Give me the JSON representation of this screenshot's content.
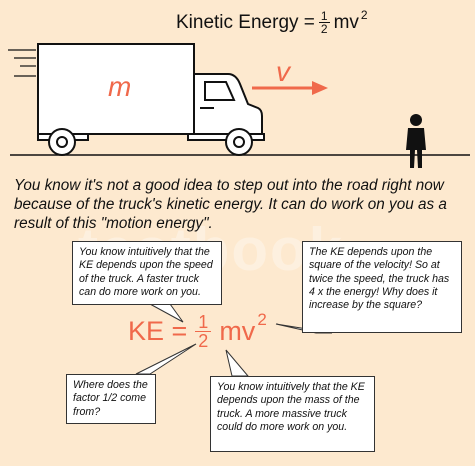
{
  "title": {
    "prefix": "Kinetic Energy =",
    "num": "1",
    "den": "2",
    "base": "mv",
    "exp": "2"
  },
  "scene": {
    "mass_label": "m",
    "velocity_label": "v"
  },
  "paragraph": "You know it's not a good idea to step out into the road right now because of the truck's kinetic energy. It can do work on you as a result of this \"motion energy\".",
  "formula": {
    "lhs": "KE =",
    "num": "1",
    "den": "2",
    "base": "mv",
    "exp": "2"
  },
  "callouts": {
    "speed": "You know intuitively that the KE depends upon the speed of the truck. A faster truck can do more work on you.",
    "square": "The KE depends upon the square of the velocity! So at twice the speed, the truck has 4 x the energy! Why does it increase by the square?",
    "half": "Where does the factor 1/2 come from?",
    "mass": "You know intuitively that the KE depends upon the mass of the truck. A more massive truck could do more work on you."
  },
  "watermark": "testbook",
  "colors": {
    "background": "#fde9cf",
    "accent": "#f0694b",
    "ink": "#111111"
  }
}
